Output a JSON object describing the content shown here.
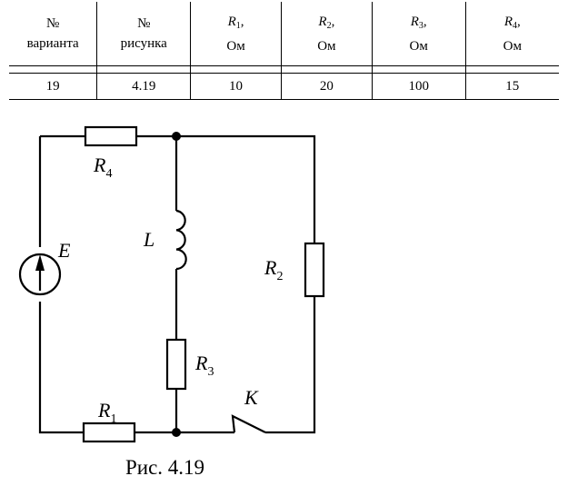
{
  "table": {
    "headers": [
      {
        "top": "№",
        "bottom": "варианта"
      },
      {
        "top": "№",
        "bottom": "рисунка"
      },
      {
        "sym": "R",
        "sub": "1",
        "tail": ",",
        "unit": "Ом"
      },
      {
        "sym": "R",
        "sub": "2",
        "tail": ",",
        "unit": "Ом"
      },
      {
        "sym": "R",
        "sub": "3",
        "tail": ",",
        "unit": "Ом"
      },
      {
        "sym": "R",
        "sub": "4",
        "tail": ",",
        "unit": "Ом"
      }
    ],
    "row": [
      "19",
      "4.19",
      "10",
      "20",
      "100",
      "15"
    ]
  },
  "circuit": {
    "labels": {
      "R4": {
        "sym": "R",
        "sub": "4"
      },
      "R1": {
        "sym": "R",
        "sub": "1"
      },
      "R2": {
        "sym": "R",
        "sub": "2"
      },
      "R3": {
        "sym": "R",
        "sub": "3"
      },
      "L": "L",
      "E": "E",
      "K": "K"
    }
  },
  "caption": "Рис. 4.19"
}
